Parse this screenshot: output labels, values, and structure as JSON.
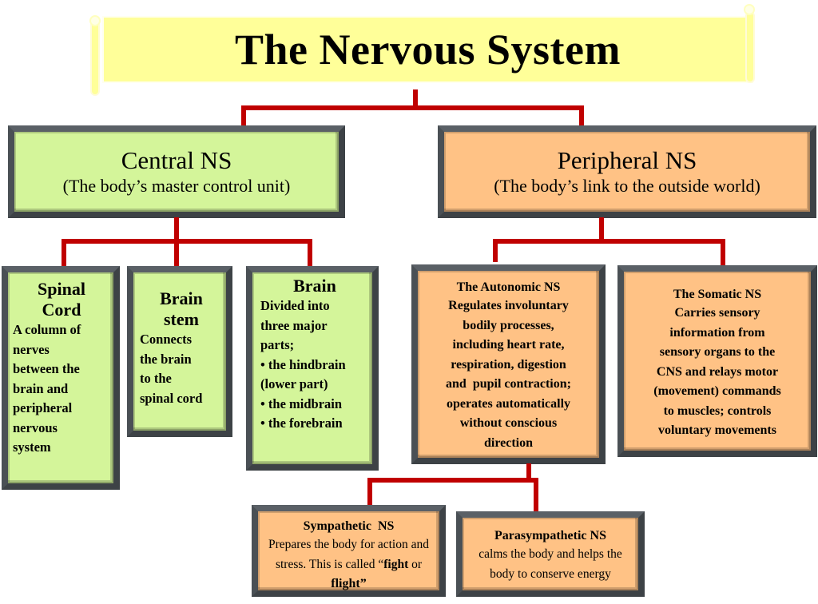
{
  "title": "The Nervous System",
  "colors": {
    "banner": "#ffff99",
    "cns_boxes": "#d4f59a",
    "pns_boxes": "#ffc285",
    "connector": "#c00000",
    "box_border": "#3d4246"
  },
  "central": {
    "heading": "Central NS",
    "subtitle": "(The body’s master control unit)",
    "children": [
      {
        "heading_line1": "Spinal",
        "heading_line2": "Cord",
        "body": [
          "A column of",
          "nerves",
          "between the",
          "brain and",
          "peripheral",
          "nervous",
          "system"
        ]
      },
      {
        "heading_line1": "Brain",
        "heading_line2": "stem",
        "body": [
          "Connects",
          "the brain",
          "to the",
          "spinal cord"
        ]
      },
      {
        "heading_line1": "Brain",
        "body": [
          "Divided into",
          "three major",
          "parts;",
          "• the hindbrain",
          "(lower part)",
          "• the midbrain",
          "• the forebrain"
        ]
      }
    ]
  },
  "peripheral": {
    "heading": "Peripheral NS",
    "subtitle": "(The body’s link to the outside world)",
    "children": [
      {
        "heading": "The Autonomic NS",
        "body": [
          "Regulates involuntary",
          "bodily processes,",
          "including heart rate,",
          "respiration, digestion",
          "and  pupil contraction;",
          "operates automatically",
          "without conscious",
          "direction"
        ],
        "children": [
          {
            "heading": "Sympathetic  NS",
            "body_line1": "Prepares the body for action and",
            "body_line2_prefix": "stress. This is called “",
            "body_line2_bold": "fight",
            "body_line2_suffix": " or",
            "body_line3": "flight”"
          },
          {
            "heading": "Parasympathetic NS",
            "body": [
              "calms the body and helps the",
              "body to conserve energy"
            ]
          }
        ]
      },
      {
        "heading": "The Somatic NS",
        "body": [
          "Carries sensory",
          "information from",
          "sensory organs to the",
          "CNS and relays motor",
          "(movement) commands",
          "to muscles; controls",
          "voluntary movements"
        ]
      }
    ]
  }
}
